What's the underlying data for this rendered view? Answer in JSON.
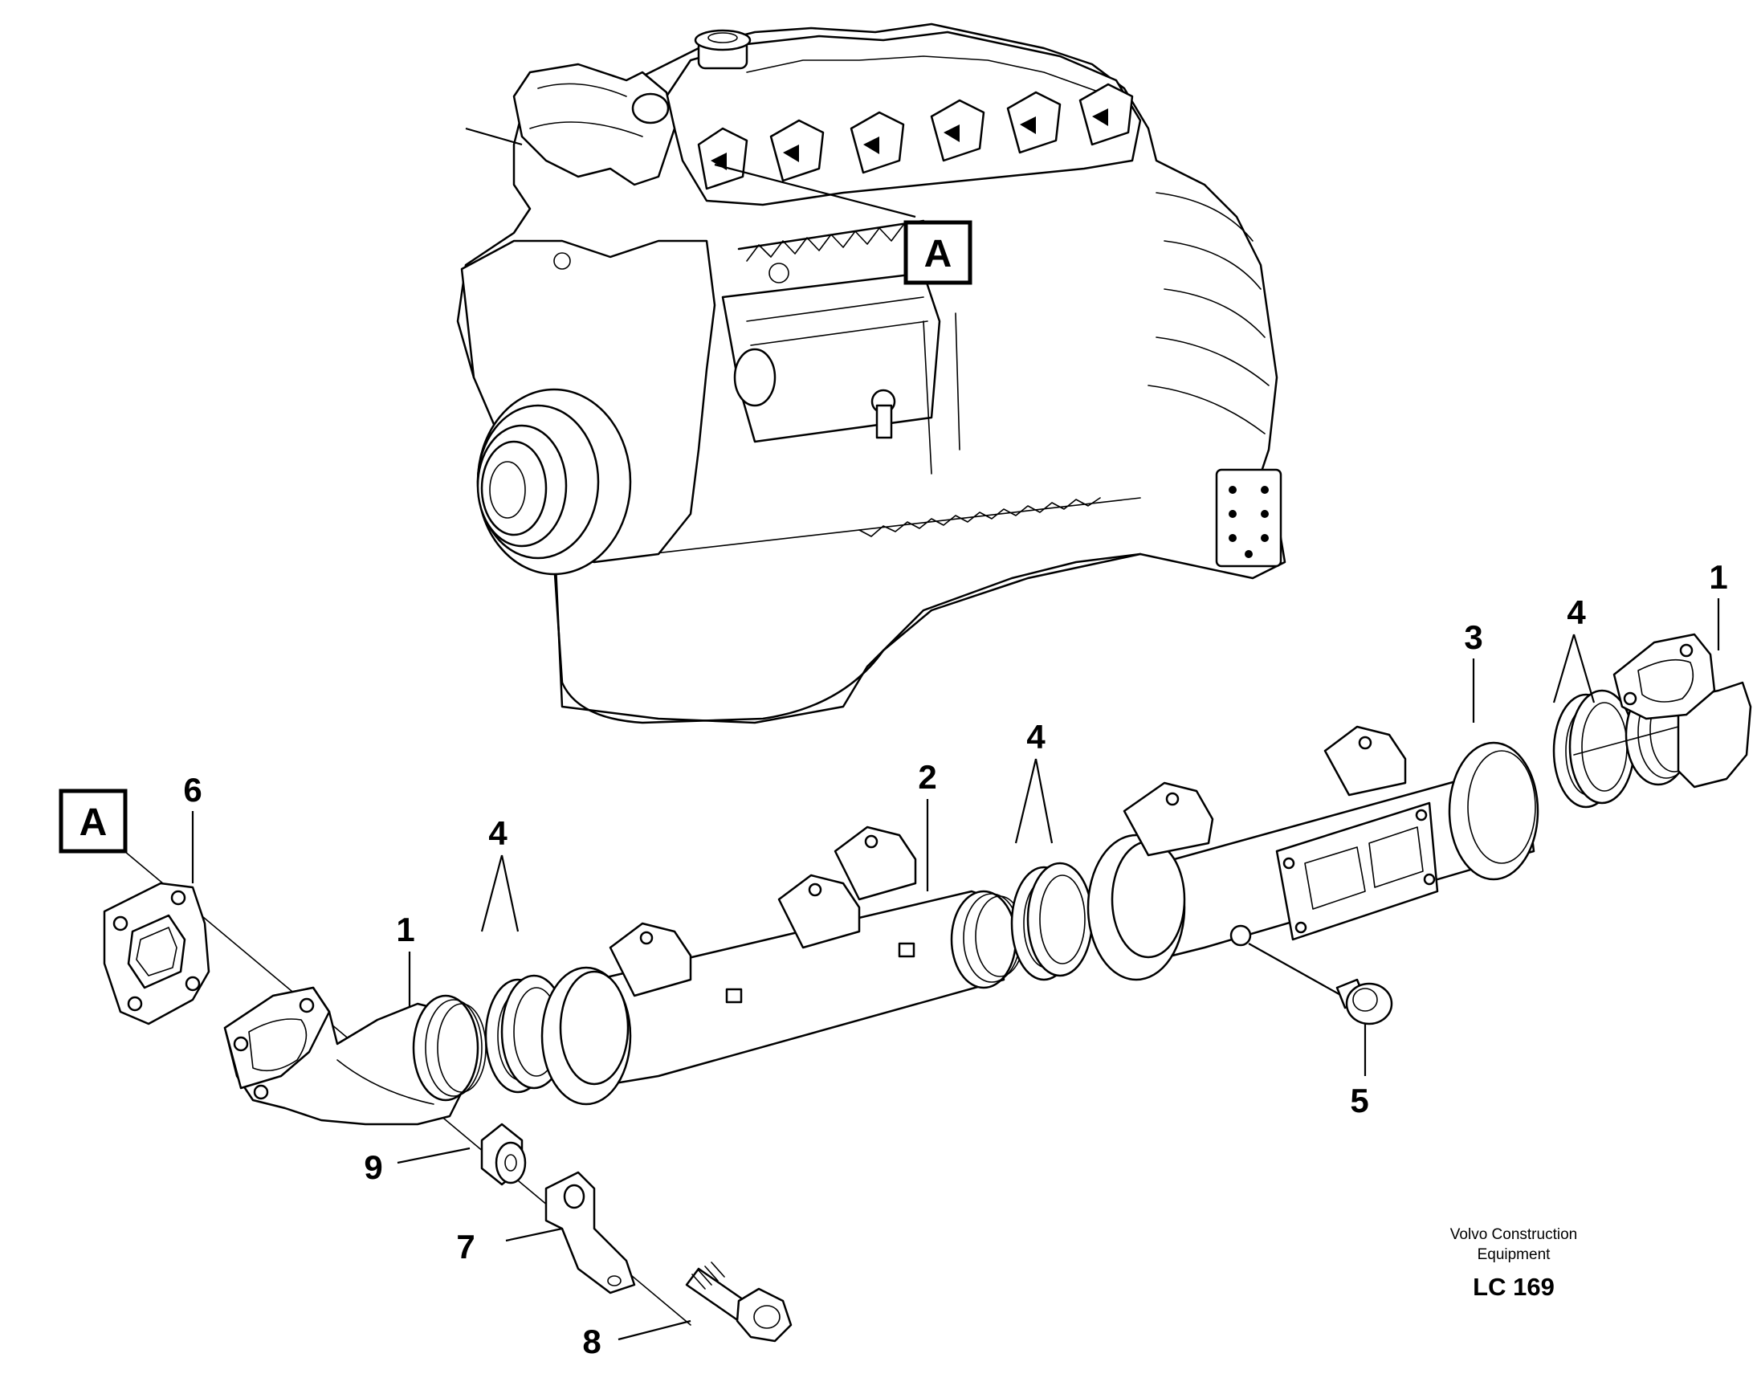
{
  "callouts": {
    "ref_box_engine": "A",
    "ref_box_gasket": "A",
    "elbow_rear": "1",
    "elbow_front": "1",
    "manifold_middle": "2",
    "manifold_rear": "3",
    "ring_left": "4",
    "ring_middle": "4",
    "ring_right": "4",
    "plug": "5",
    "gasket": "6",
    "bracket": "7",
    "bolt": "8",
    "spacer": "9"
  },
  "credit": {
    "line1": "Volvo Construction",
    "line2": "Equipment",
    "code": "LC 169"
  }
}
